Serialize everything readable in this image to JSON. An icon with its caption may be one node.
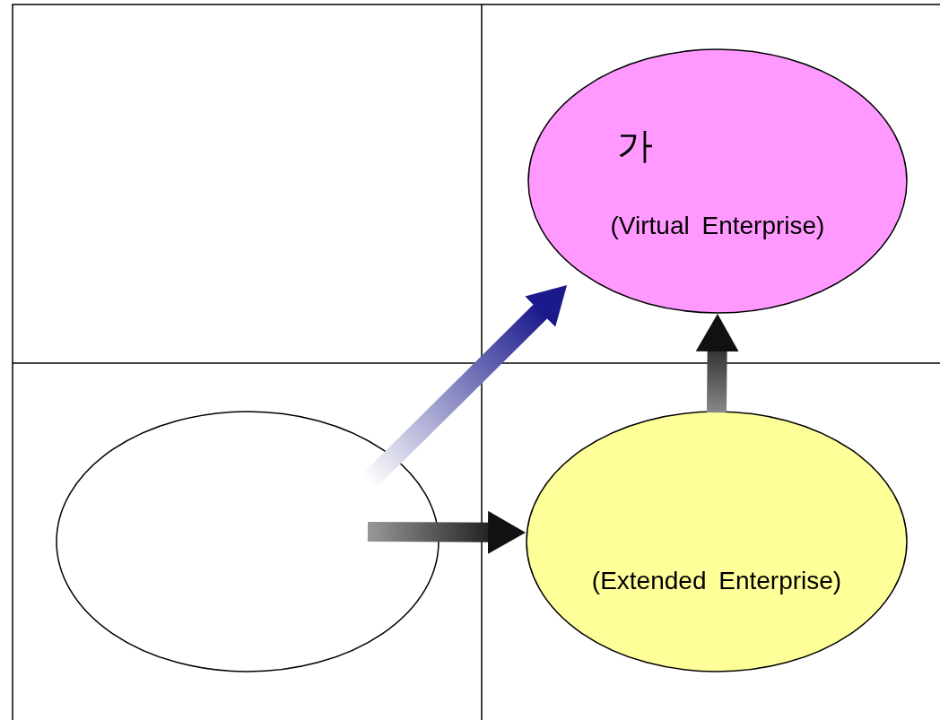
{
  "diagram": {
    "nodes": [
      {
        "text": [
          "가",
          "(Virtual Enterprise)"
        ]
      },
      {
        "text": [],
        "shape": "ellipse"
      },
      {
        "text": [
          "(Extended Enterprise)"
        ]
      }
    ],
    "edges": [
      {
        "from": 1,
        "to": 2,
        "arrow": "to",
        "style": "thick"
      },
      {
        "from": 2,
        "to": 0,
        "arrow": "to",
        "style": "thick"
      },
      {
        "from": 1,
        "to": 0,
        "arrow": "to",
        "style": "thick",
        "color": "#1a1a8c"
      }
    ]
  }
}
